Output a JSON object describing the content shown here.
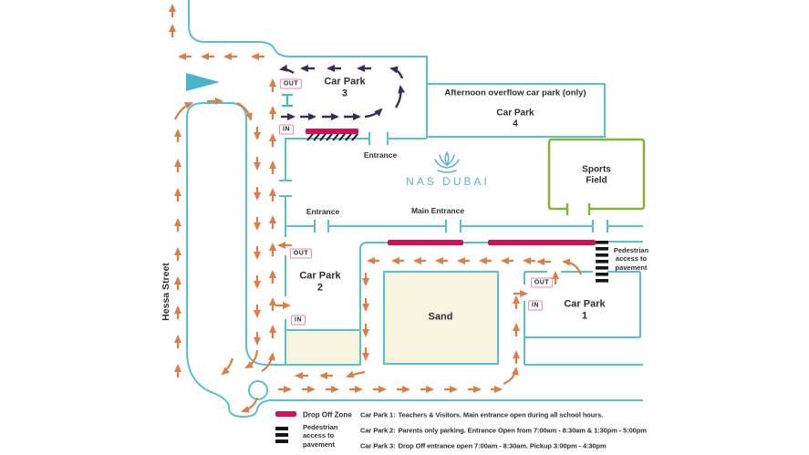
{
  "colors": {
    "road_cyan": "#58c0d0",
    "logo_teal": "#5cb6c0",
    "orange_arrow": "#dc7e48",
    "purple_arrow": "#3d2a5a",
    "drop_off_red": "#d60f55",
    "field_green": "#85b435",
    "sand_beige": "#f7f5dd",
    "text_dark": "#2f2e38"
  },
  "map": {
    "street": "Hessa Street",
    "logo_text": "NAS DUBAI",
    "badges": {
      "out": "OUT",
      "in": "IN"
    },
    "labels": {
      "entrance_top": "Entrance",
      "entrance_side": "Entrance",
      "main_entrance": "Main Entrance"
    },
    "areas": {
      "car_park_3": {
        "name": "Car Park",
        "number": "3"
      },
      "car_park_4": {
        "title": "Afternoon overflow car park (only)",
        "name": "Car Park",
        "number": "4"
      },
      "sports_field": {
        "line1": "Sports",
        "line2": "Field"
      },
      "car_park_2": {
        "name": "Car Park",
        "number": "2"
      },
      "car_park_1": {
        "name": "Car Park",
        "number": "1"
      },
      "sand": "Sand"
    },
    "pedestrian_note": {
      "line1": "Pedestrian",
      "line2": "access to",
      "line3": "pavement"
    }
  },
  "legend": {
    "drop_off_label": "Drop Off Zone",
    "pedestrian_label": {
      "line1": "Pedestrian",
      "line2": "access to",
      "line3": "pavement"
    },
    "notes": [
      {
        "prefix": "Car Park 1:",
        "text": "Teachers & Visitors. Main entrance open during all school hours."
      },
      {
        "prefix": "Car Park 2:",
        "text": "Parents only parking. Entrance Open from 7:00am - 8:30am & 1:30pm - 5:00pm"
      },
      {
        "prefix": "Car Park 3:",
        "text": "Drop Off entrance open 7:00am - 8:30am. Pickup 3:00pm - 4:30pm"
      }
    ]
  }
}
